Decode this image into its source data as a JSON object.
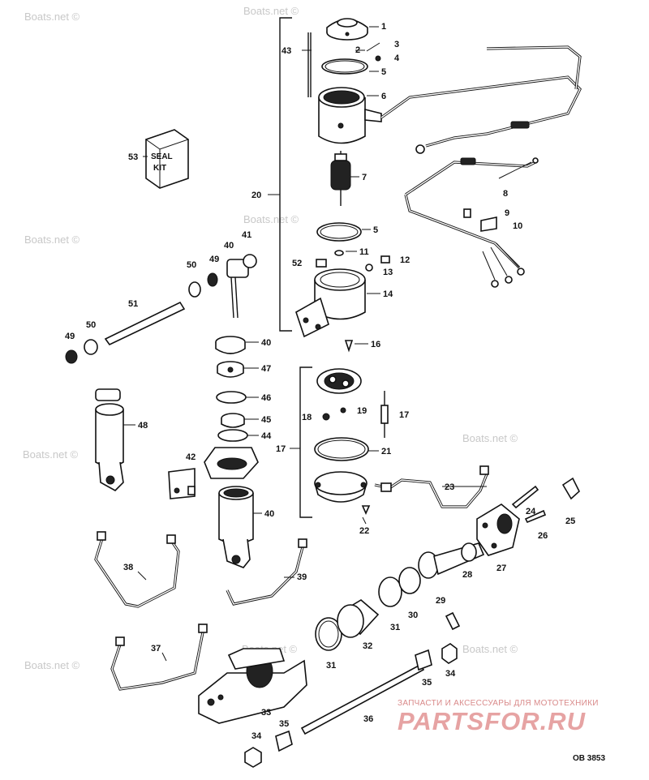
{
  "diagram": {
    "reference": "OB 3853",
    "watermark": "Boats.net ©",
    "shop_tagline": "ЗАПЧАСТИ И АКСЕССУАРЫ ДЛЯ МОТОТЕХНИКИ",
    "shop_brand": "PARTSFOR.RU",
    "box_label": [
      "SEAL",
      "KIT"
    ],
    "callouts": [
      "1",
      "2",
      "3",
      "4",
      "5",
      "6",
      "7",
      "8",
      "9",
      "10",
      "11",
      "12",
      "13",
      "14",
      "16",
      "17",
      "18",
      "19",
      "20",
      "21",
      "22",
      "23",
      "24",
      "25",
      "26",
      "27",
      "28",
      "29",
      "30",
      "31",
      "32",
      "33",
      "34",
      "35",
      "36",
      "37",
      "38",
      "39",
      "40",
      "41",
      "42",
      "43",
      "44",
      "45",
      "46",
      "47",
      "48",
      "49",
      "50",
      "51",
      "52",
      "53"
    ]
  }
}
